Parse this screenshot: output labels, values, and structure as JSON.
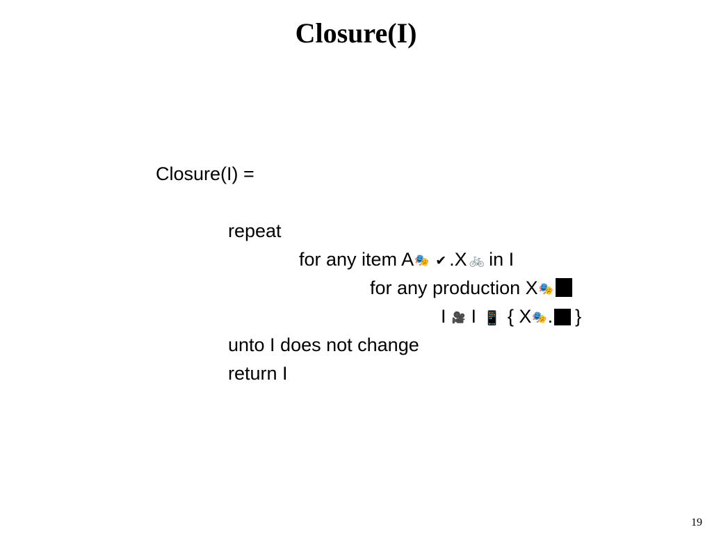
{
  "slide": {
    "title": "Closure(I)",
    "page_number": "19"
  },
  "algorithm": {
    "definition": "Closure(I) =",
    "repeat": "repeat",
    "item_line": {
      "prefix": "for any item A",
      "dot_x": ".X",
      "suffix": "in I"
    },
    "production_line": {
      "prefix": "for any production X"
    },
    "assign_line": {
      "lhs": "I",
      "rhs": "I",
      "set_open": "{ X",
      "dot": ".",
      "set_close": "}"
    },
    "until": "unto I does not change",
    "return": "return I"
  },
  "glyphs": {
    "mask": "🎭",
    "check": "✔",
    "bicycle": "🚲",
    "camera": "🎥",
    "phone": "📱"
  }
}
